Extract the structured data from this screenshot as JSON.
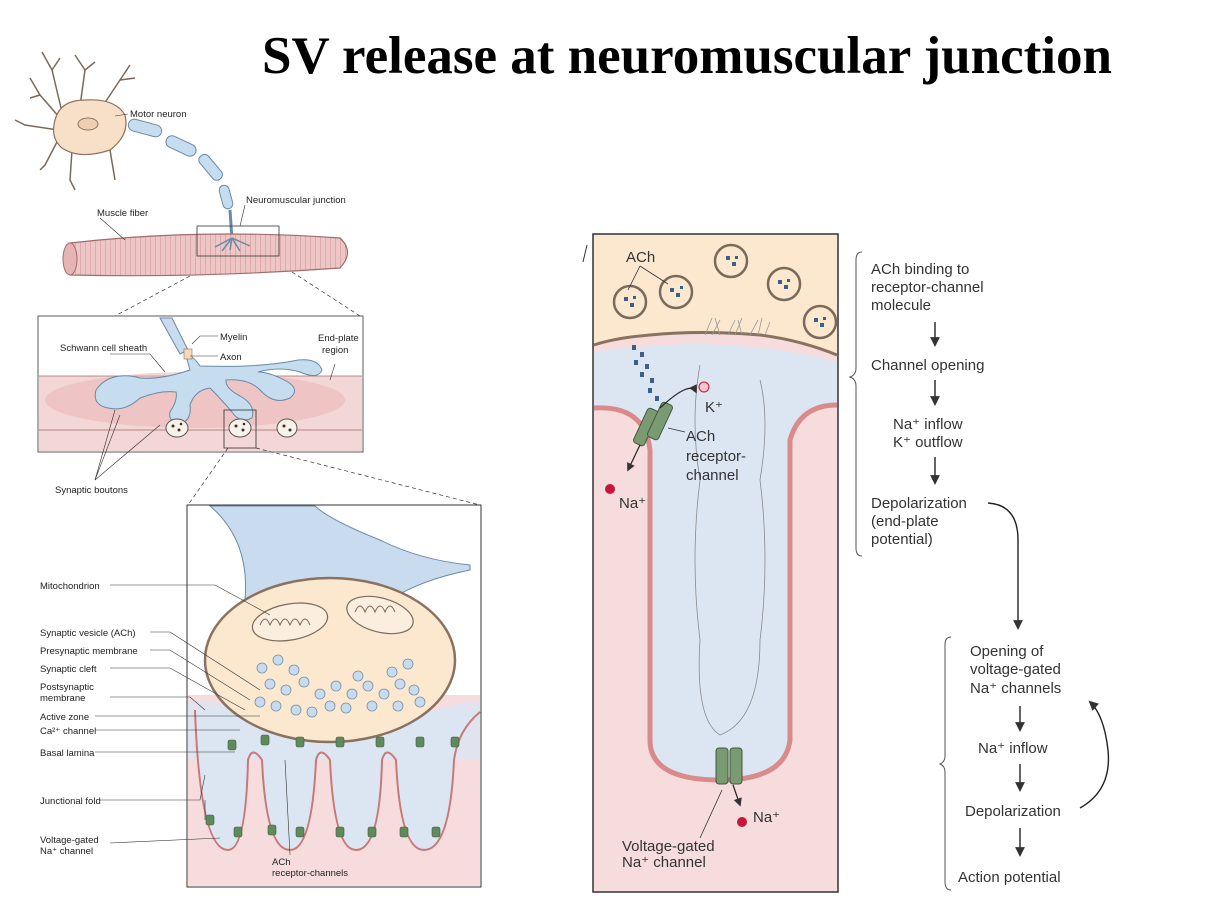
{
  "title": "SV release at neuromuscular junction",
  "left_labels": {
    "motor_neuron": "Motor neuron",
    "muscle_fiber": "Muscle fiber",
    "neuromuscular_junction": "Neuromuscular junction",
    "myelin": "Myelin",
    "axon": "Axon",
    "schwann": "Schwann cell sheath",
    "end_plate_1": "End-plate",
    "end_plate_2": "region",
    "synaptic_boutons": "Synaptic boutons",
    "mitochondrion": "Mitochondrion",
    "synaptic_vesicle": "Synaptic vesicle (ACh)",
    "presynaptic": "Presynaptic membrane",
    "cleft": "Synaptic cleft",
    "postsynaptic_1": "Postsynaptic",
    "postsynaptic_2": "membrane",
    "active_zone": "Active zone",
    "ca_channel": "Ca²⁺ channel",
    "basal_lamina": "Basal lamina",
    "junctional_fold": "Junctional fold",
    "vg_na_1": "Voltage-gated",
    "vg_na_2": "Na⁺ channel",
    "ach_rc_1": "ACh",
    "ach_rc_2": "receptor-channels"
  },
  "mid_labels": {
    "ach": "ACh",
    "k": "K⁺",
    "na_left": "Na⁺",
    "ach_receptor_1": "ACh",
    "ach_receptor_2": "receptor-",
    "ach_receptor_3": "channel",
    "na_bottom": "Na⁺",
    "vg_1": "Voltage-gated",
    "vg_2": "Na⁺ channel"
  },
  "flow": {
    "step1_1": "ACh binding to",
    "step1_2": "receptor-channel",
    "step1_3": "molecule",
    "step2": "Channel opening",
    "step3_1": "Na⁺ inflow",
    "step3_2": "K⁺ outflow",
    "step4_1": "Depolarization",
    "step4_2": "(end-plate",
    "step4_3": "potential)",
    "step5_1": "Opening of",
    "step5_2": "voltage-gated",
    "step5_3": "Na⁺ channels",
    "step6": "Na⁺ inflow",
    "step7": "Depolarization",
    "step8": "Action potential"
  },
  "colors": {
    "muscle_pink": "#f3d6d6",
    "nerve_blue": "#c9dbee",
    "cytoplasm_cream": "#fbe8cf",
    "membrane_red": "#d98b8b",
    "channel_green": "#6f8f67",
    "ion_red": "#c8163a"
  }
}
